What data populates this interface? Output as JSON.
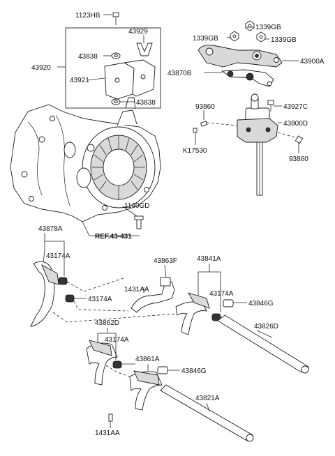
{
  "labels": {
    "p1123HB": "1123HB",
    "p43920": "43920",
    "p43929": "43929",
    "p43838a": "43838",
    "p43921": "43921",
    "p43838b": "43838",
    "p1339GBa": "1339GB",
    "p1339GBb": "1339GB",
    "p1339GBc": "1339GB",
    "p43900A": "43900A",
    "p43870B": "43870B",
    "p93860a": "93860",
    "p43927C": "43927C",
    "p43800D": "43800D",
    "pK17530": "K17530",
    "p93860b": "93860",
    "p1140GD": "1140GD",
    "ref": "REF.43-431",
    "p43878A": "43878A",
    "p43174Aa": "43174A",
    "p43863F": "43863F",
    "p43841A": "43841A",
    "p1431AAa": "1431AA",
    "p43174Ab": "43174A",
    "p43174Ac": "43174A",
    "p43846Ga": "43846G",
    "p43862D": "43862D",
    "p43826D": "43826D",
    "p43174Ad": "43174A",
    "p43861A": "43861A",
    "p43846Gb": "43846G",
    "p43821A": "43821A",
    "p1431AAb": "1431AA"
  }
}
